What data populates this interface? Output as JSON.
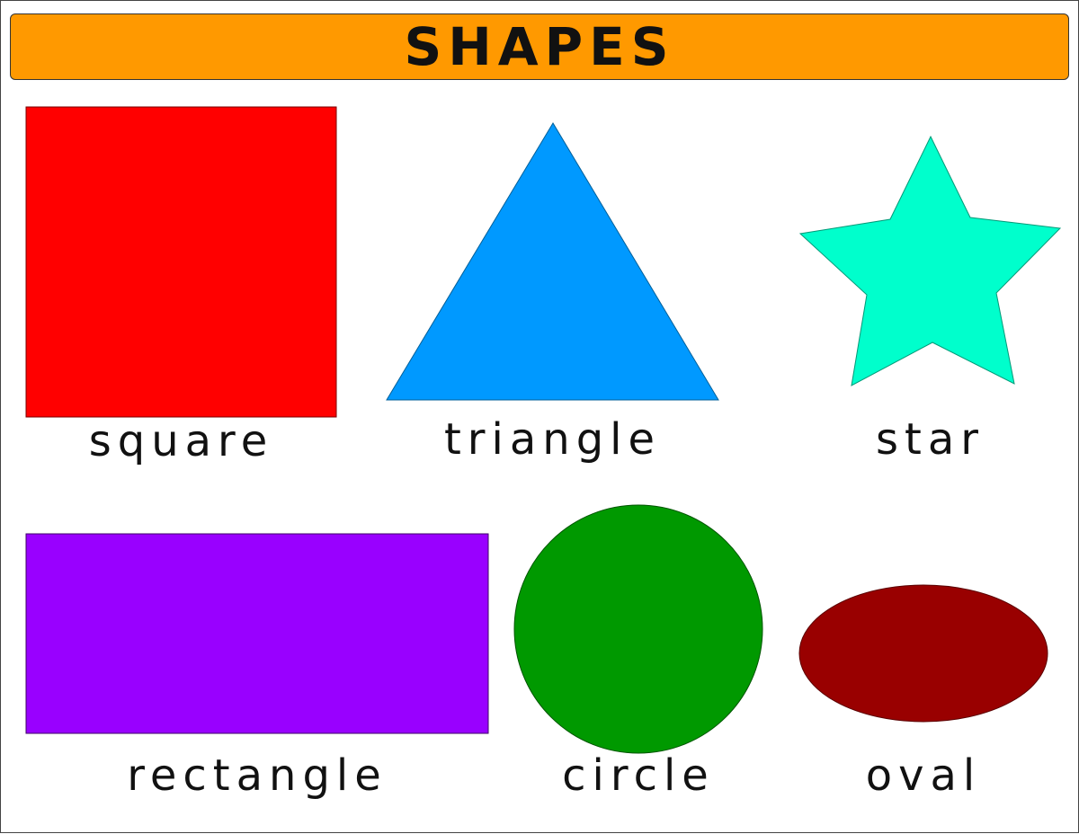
{
  "title": "SHAPES",
  "colors": {
    "banner": "#FF9900",
    "square": "#FF0000",
    "triangle": "#0099FF",
    "star": "#00FFCC",
    "rectangle": "#9900FF",
    "circle": "#009900",
    "oval": "#990000"
  },
  "shapes": {
    "square": "square",
    "triangle": "triangle",
    "star": "star",
    "rectangle": "rectangle",
    "circle": "circle",
    "oval": "oval"
  }
}
